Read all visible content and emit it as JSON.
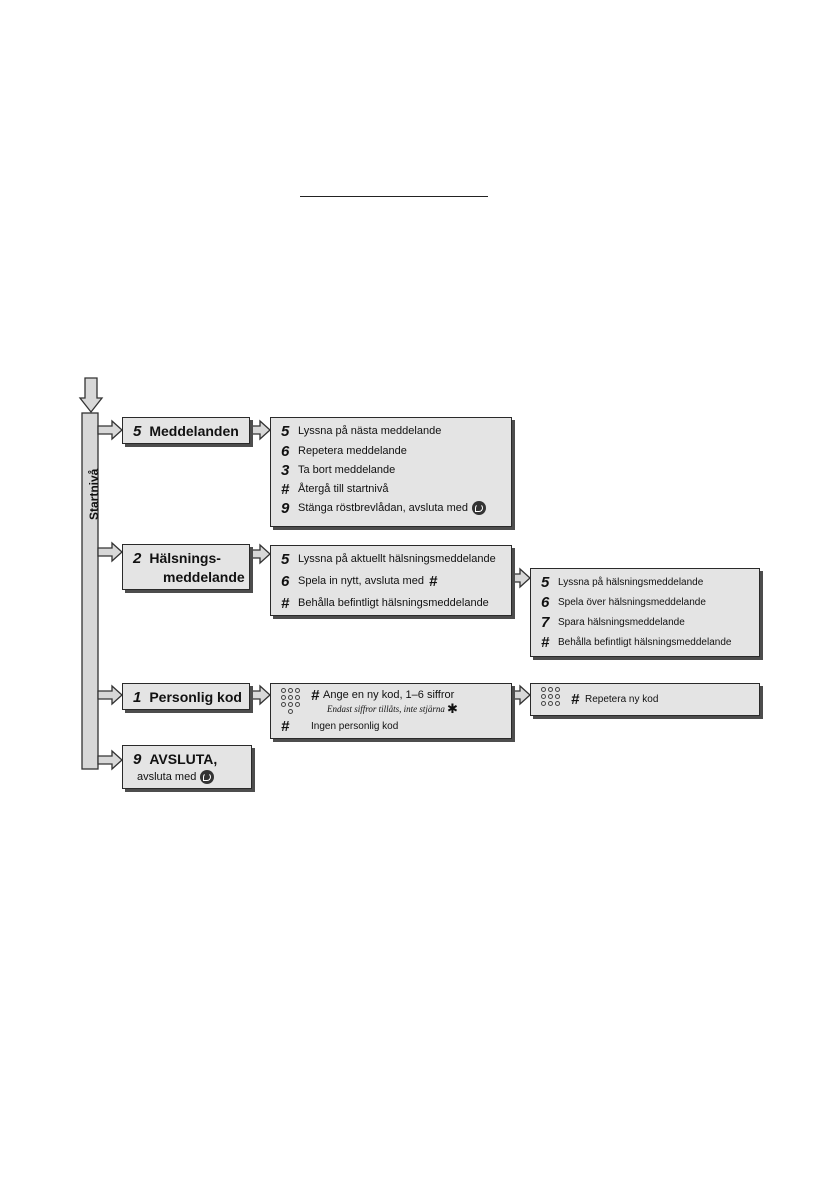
{
  "side_label": "Startnivå",
  "menu": [
    {
      "key": "5",
      "label": "Meddelanden"
    },
    {
      "key": "2",
      "label": "Hälsnings-",
      "label2": "meddelande"
    },
    {
      "key": "1",
      "label": "Personlig kod"
    },
    {
      "key": "9",
      "label": "AVSLUTA,",
      "label2": "avsluta med"
    }
  ],
  "meddelanden_options": [
    {
      "key": "5",
      "text": "Lyssna på nästa meddelande"
    },
    {
      "key": "6",
      "text": "Repetera meddelande"
    },
    {
      "key": "3",
      "text": "Ta bort meddelande"
    },
    {
      "key": "#",
      "text": "Återgå till startnivå"
    },
    {
      "key": "9",
      "text": "Stänga röstbrevlådan, avsluta med"
    }
  ],
  "halsning_options": [
    {
      "key": "5",
      "text": "Lyssna på aktuellt hälsningsmeddelande"
    },
    {
      "key": "6",
      "text": "Spela in nytt, avsluta med",
      "suffix": "#"
    },
    {
      "key": "#",
      "text": "Behålla befintligt hälsningsmeddelande"
    }
  ],
  "halsning_sub_options": [
    {
      "key": "5",
      "text": "Lyssna på hälsningsmeddelande"
    },
    {
      "key": "6",
      "text": "Spela över hälsningsmeddelande"
    },
    {
      "key": "7",
      "text": "Spara hälsningsmeddelande"
    },
    {
      "key": "#",
      "text": "Behålla befintligt hälsningsmeddelande"
    }
  ],
  "kod_options": {
    "new_key": "#",
    "new_text": "Ange en ny kod, 1–6 siffror",
    "note": "Endast siffror tillåts, inte stjärna",
    "none_key": "#",
    "none_text": "Ingen personlig kod"
  },
  "kod_repeat": {
    "key": "#",
    "text": "Repetera ny kod"
  },
  "icons": {
    "hangup": "phone-hangup-icon",
    "keypad": "keypad-icon",
    "star": "star-icon"
  }
}
